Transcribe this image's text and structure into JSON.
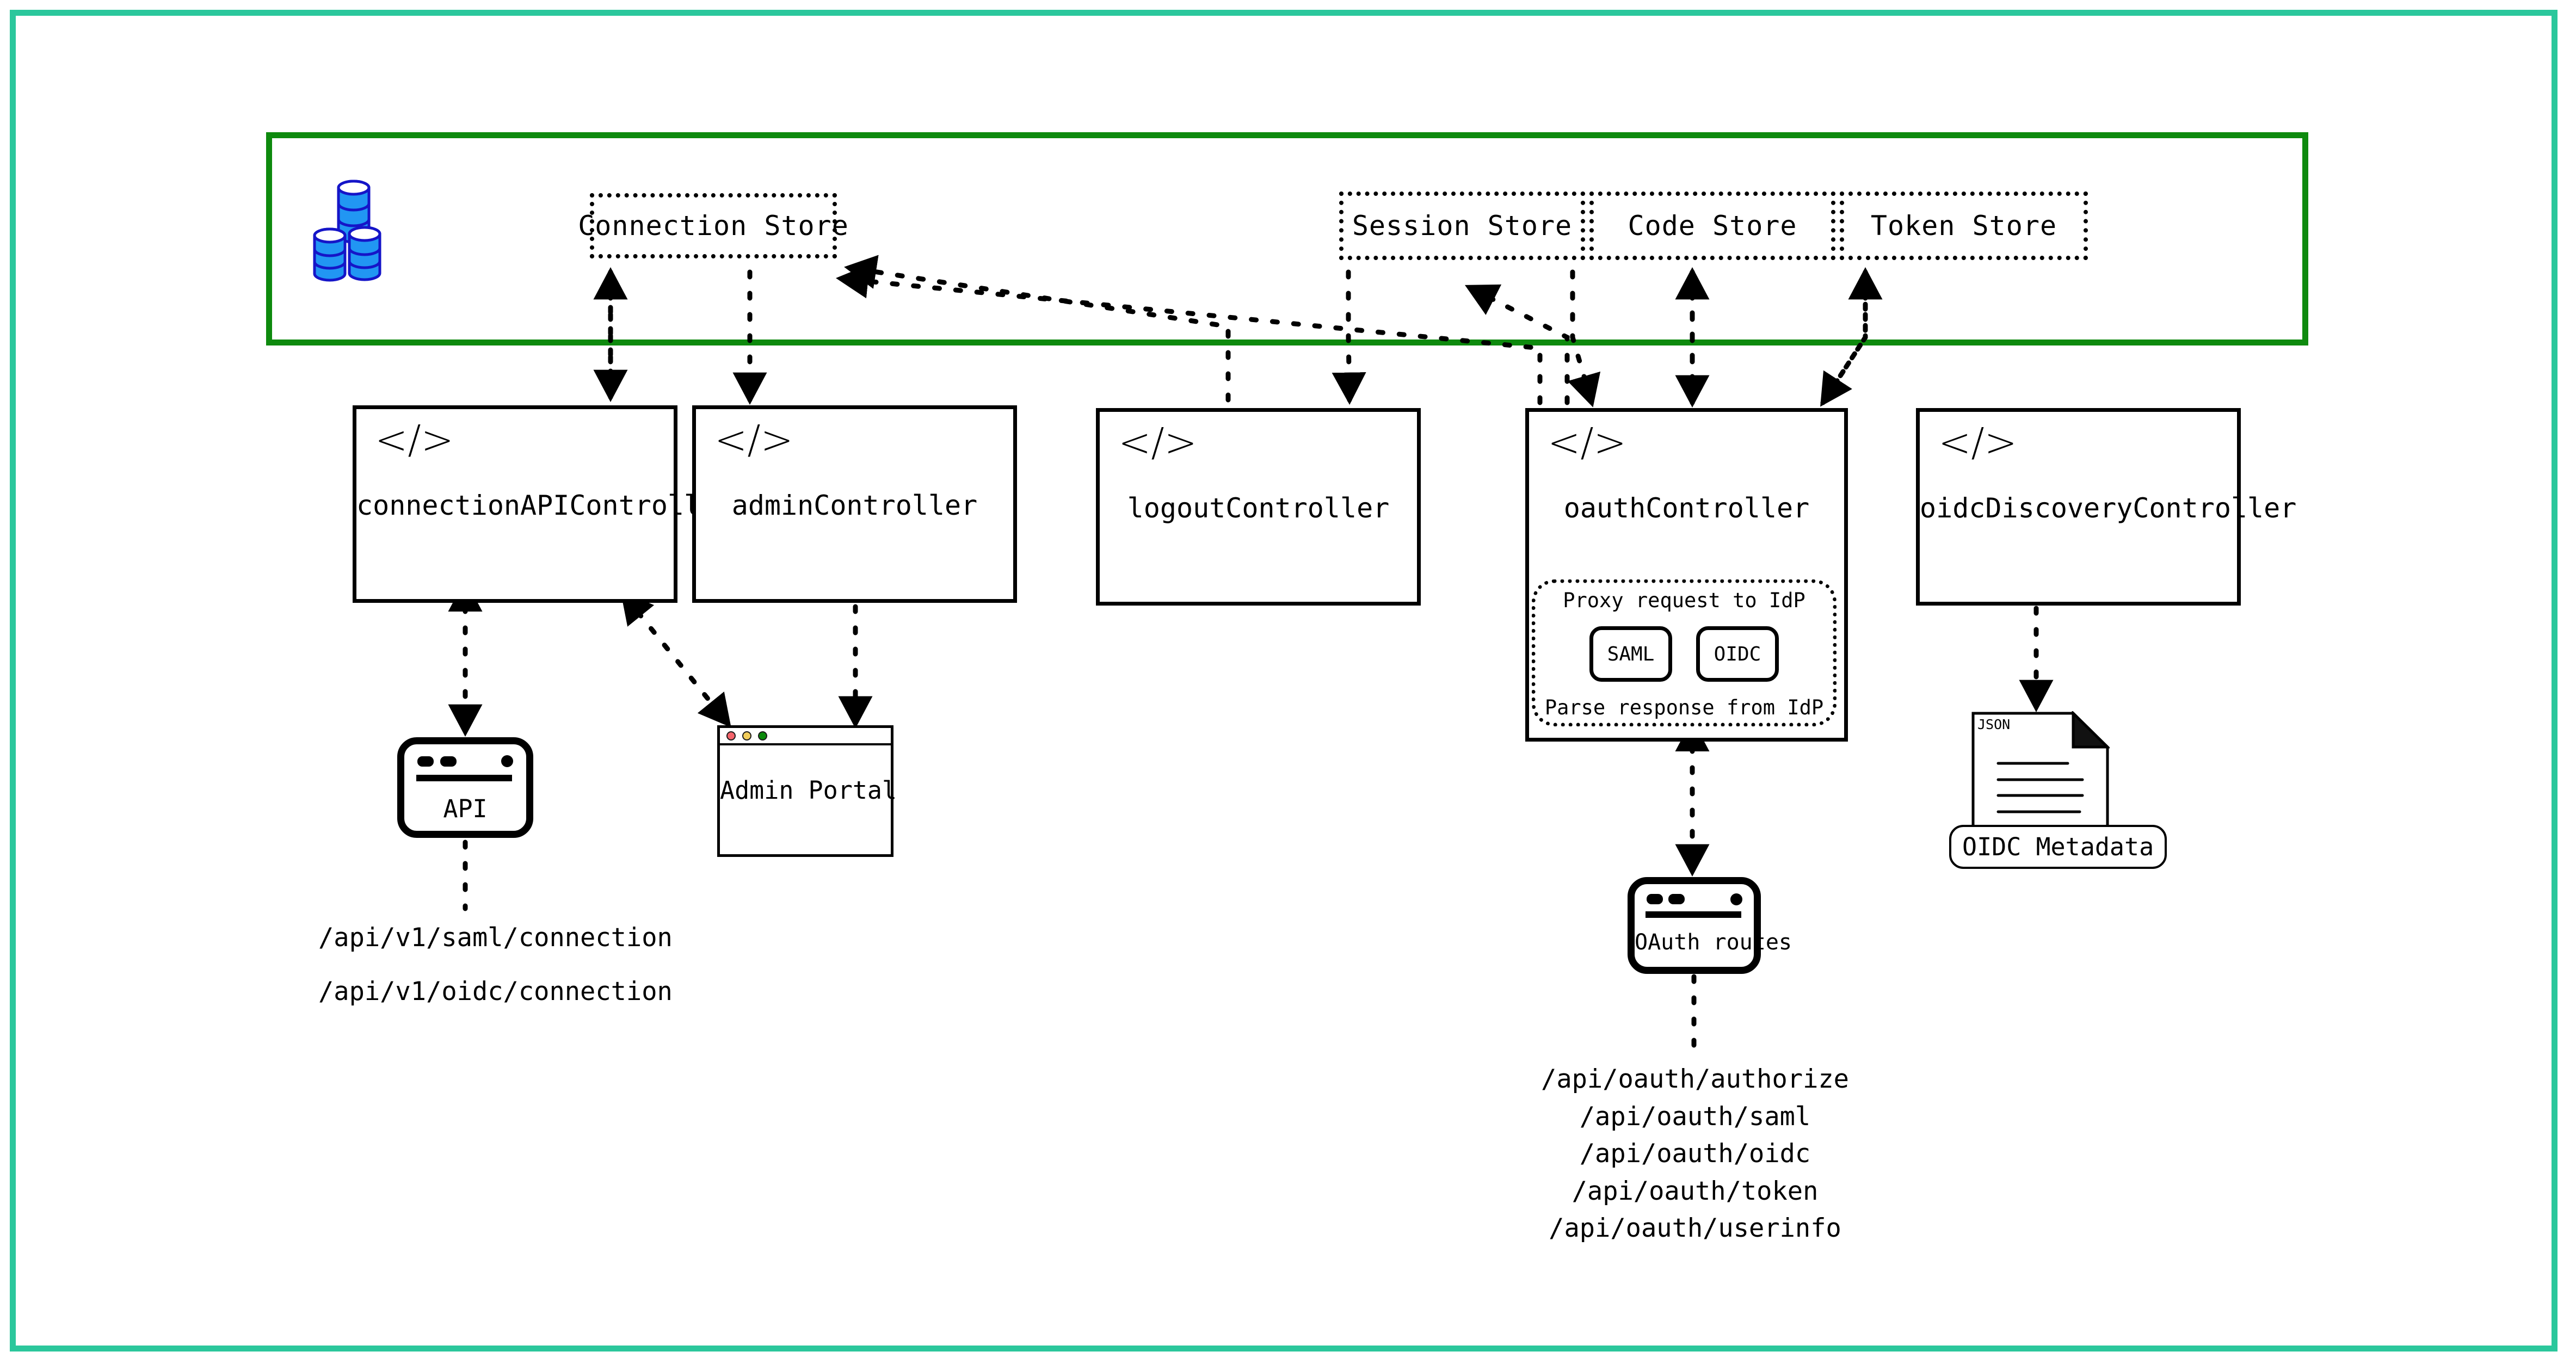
{
  "colors": {
    "outer_frame": "#2BC79C",
    "store_container": "#0E8A0E",
    "stroke": "#000000",
    "db_fill": "#2196F3",
    "db_stroke": "#1515C8",
    "traffic_red": "#F4646B",
    "traffic_yellow": "#F2CD5B",
    "traffic_green": "#0B8A0B"
  },
  "store_layer": {
    "db_icon_name": "database-stack-icon",
    "stores": [
      {
        "id": "connection-store",
        "label": "Connection Store"
      },
      {
        "id": "session-store",
        "label": "Session Store"
      },
      {
        "id": "code-store",
        "label": "Code Store"
      },
      {
        "id": "token-store",
        "label": "Token Store"
      }
    ]
  },
  "controllers": [
    {
      "id": "connection-api-controller",
      "label": "connectionAPIController",
      "icon": "code-brackets-icon"
    },
    {
      "id": "admin-controller",
      "label": "adminController",
      "icon": "code-brackets-icon"
    },
    {
      "id": "logout-controller",
      "label": "logoutController",
      "icon": "code-brackets-icon"
    },
    {
      "id": "oauth-controller",
      "label": "oauthController",
      "icon": "code-brackets-icon"
    },
    {
      "id": "oidc-discovery-controller",
      "label": "oidcDiscoveryController",
      "icon": "code-brackets-icon"
    }
  ],
  "oauth_inner": {
    "top_caption": "Proxy request to IdP",
    "bottom_caption": "Parse response from IdP",
    "protocols": [
      {
        "id": "saml",
        "label": "SAML"
      },
      {
        "id": "oidc",
        "label": "OIDC"
      }
    ]
  },
  "clients": {
    "api": {
      "label": "API",
      "icon": "browser-window-icon"
    },
    "admin_portal": {
      "label": "Admin Portal",
      "icon": "browser-window-icon"
    },
    "oauth_routes": {
      "label": "OAuth routes",
      "icon": "browser-window-icon"
    },
    "oidc_metadata": {
      "label": "OIDC Metadata",
      "doc_badge": "JSON",
      "icon": "json-document-icon"
    }
  },
  "endpoints": {
    "connection_api": [
      "/api/v1/saml/connection",
      "/api/v1/oidc/connection"
    ],
    "oauth": [
      "/api/oauth/authorize",
      "/api/oauth/saml",
      "/api/oauth/oidc",
      "/api/oauth/token",
      "/api/oauth/userinfo"
    ]
  }
}
